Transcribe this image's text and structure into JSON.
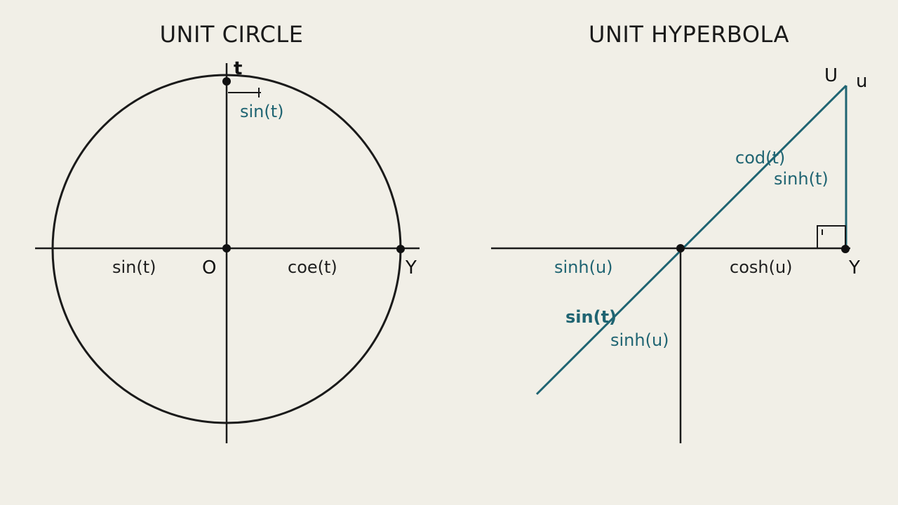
{
  "colors": {
    "background": "#f1efe7",
    "ink": "#1a1a1a",
    "accent_teal": "#1f6472"
  },
  "circle_panel": {
    "title": "UNIT CIRCLE",
    "point_top": "t",
    "label_top": "sin(t)",
    "label_left_axis": "sin(t)",
    "origin": "O",
    "label_right_axis": "coe(t)",
    "point_right": "Y"
  },
  "hyperbola_panel": {
    "title": "UNIT HYPERBOLA",
    "point_top_upper": "U",
    "point_top_lower": "u",
    "label_line_upper": "cod(t)",
    "label_vertical": "sinh(t)",
    "label_left_axis": "sinh(u)",
    "label_right_axis": "cosh(u)",
    "point_right": "Y",
    "label_line_lower": "sin(t)",
    "label_lower": "sinh(u)"
  }
}
